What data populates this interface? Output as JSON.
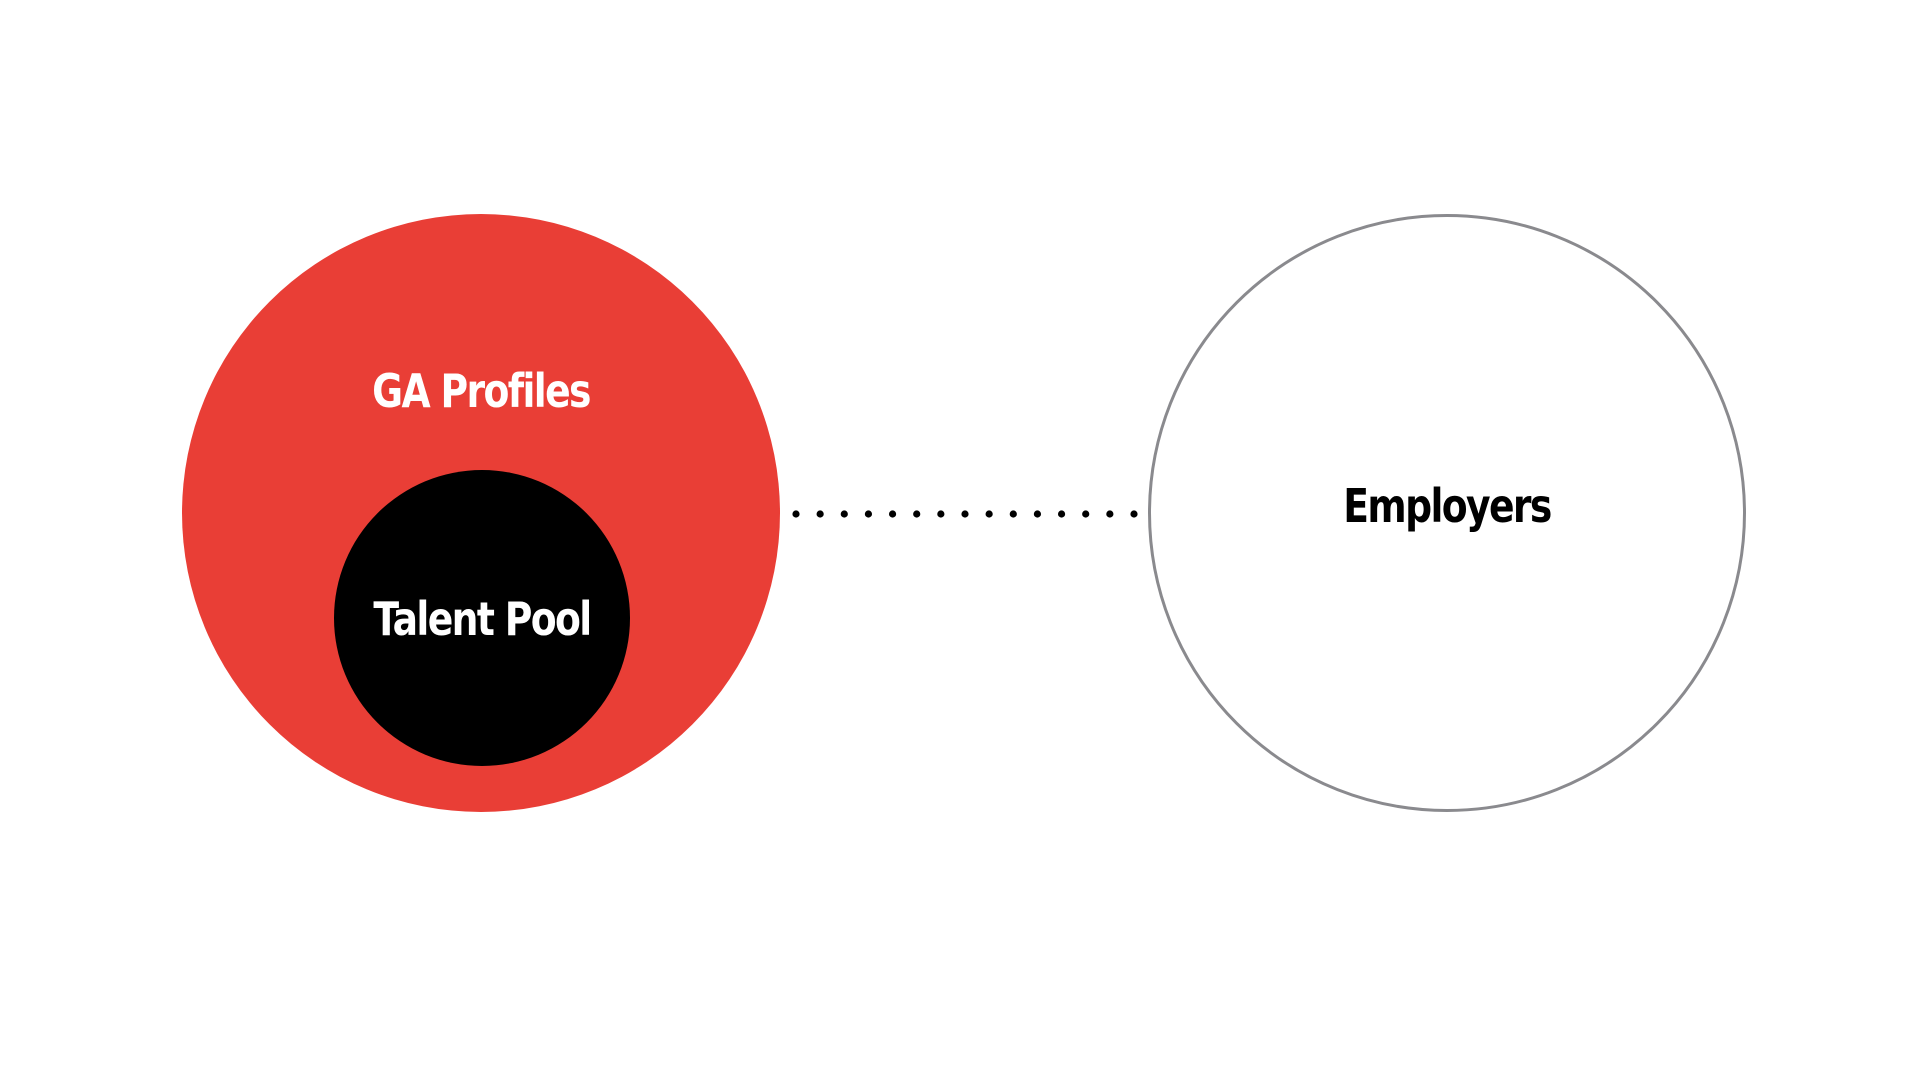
{
  "colors": {
    "ga_profiles": "#e93e36",
    "talent_pool": "#000000",
    "employers_border": "#8a8a8e",
    "connector": "#000000"
  },
  "nodes": {
    "ga_profiles": {
      "label": "GA Profiles"
    },
    "talent_pool": {
      "label": "Talent Pool"
    },
    "employers": {
      "label": "Employers"
    }
  },
  "connector": {
    "style": "dotted",
    "from": "GA Profiles",
    "to": "Employers",
    "dot_count": 15
  }
}
